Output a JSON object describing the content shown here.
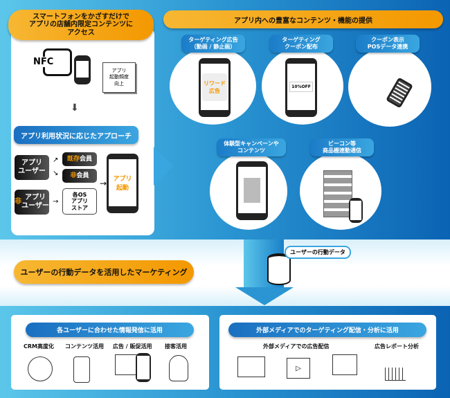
{
  "left_panel": {
    "header": "スマートフォンをかざすだけで\nアプリの店舗内限定コンテンツに\nアクセス",
    "nfc_label": "NFC",
    "note": "アプリ\n起動頻度\n向上",
    "approach_title": "アプリ利用状況に応じたアプローチ",
    "app_user": "アプリ\nユーザー",
    "existing_member_highlight": "既存",
    "existing_member_rest": "会員",
    "non_member_highlight": "非",
    "non_member_rest": "会員",
    "non_app_user_highlight": "非",
    "non_app_user_rest": "アプリ\nユーザー",
    "app_store": "各OS\nアプリ\nストア",
    "app_launch": "アプリ\n起動"
  },
  "right_panel": {
    "header": "アプリ内への豊富なコンテンツ・機能の提供",
    "items": [
      {
        "label": "ターゲティング広告\n（動画 / 静止画）",
        "screen": "リワード\n広告"
      },
      {
        "label": "ターゲティング\nクーポン配布",
        "screen": "10%OFF"
      },
      {
        "label": "クーポン表示\nPOSデータ連携"
      },
      {
        "label": "体験型キャンペーンや\nコンテンツ"
      },
      {
        "label": "ビーコン等\n商品棚連動通信"
      }
    ]
  },
  "middle": {
    "title": "ユーザーの行動データを活用したマーケティング",
    "db_label": "ユーザーの行動データ"
  },
  "bottom_left": {
    "title": "各ユーザーに合わせた情報発信に活用",
    "items": [
      "CRM高度化",
      "コンテンツ活用",
      "広告 / 販促活用",
      "接客活用"
    ]
  },
  "bottom_right": {
    "title": "外部メディアでのターゲティング配信・分析に活用",
    "items": [
      "外部メディアでの広告配信",
      "広告レポート分析"
    ]
  },
  "colors": {
    "orange": "#f39800",
    "blue_dark": "#0b63b3",
    "blue_light": "#5cc6ea"
  }
}
